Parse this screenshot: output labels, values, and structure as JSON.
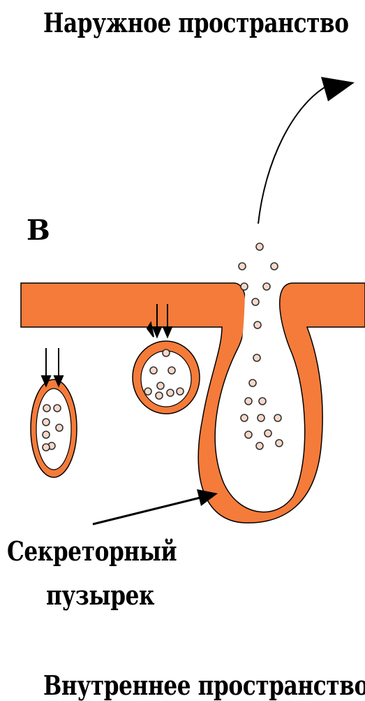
{
  "labels": {
    "outer_space": "Наружное пространство",
    "panel_letter": "В",
    "secretory_vesicle_line1": "Секреторный",
    "secretory_vesicle_line2": "пузырек",
    "inner_space": "Внутреннее пространство"
  },
  "colors": {
    "membrane": "#f47b3a",
    "vesicle_lumen": "#ffffff",
    "granule_fill": "#f8d8c8",
    "granule_stroke": "#333333",
    "outline": "#000000"
  }
}
